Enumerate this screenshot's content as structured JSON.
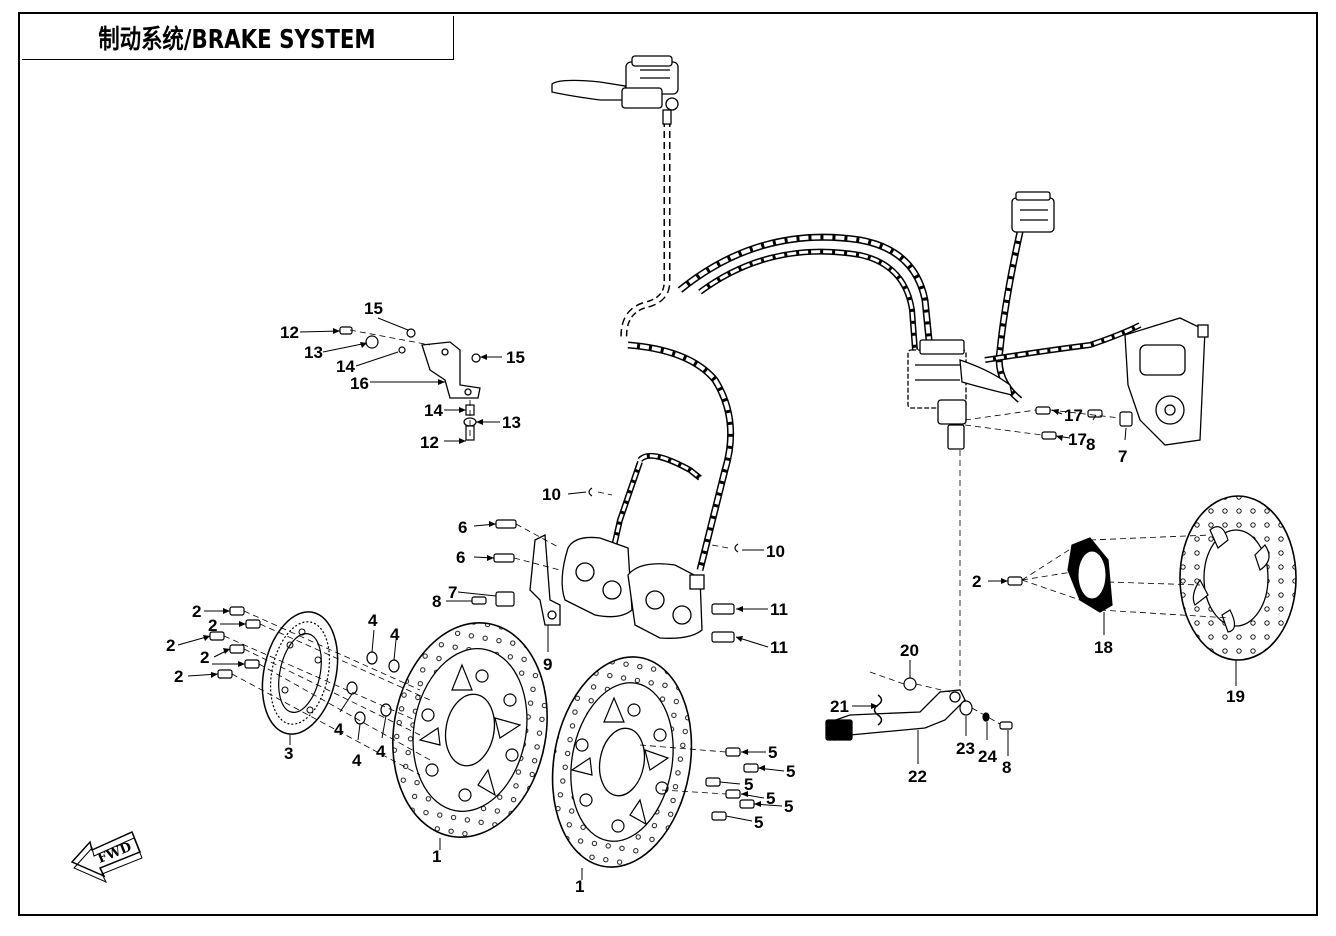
{
  "title": "制动系统/BRAKE SYSTEM",
  "fwd_label": "FWD",
  "callouts": [
    {
      "id": "c1a",
      "text": "1"
    },
    {
      "id": "c1b",
      "text": "1"
    },
    {
      "id": "c2a",
      "text": "2"
    },
    {
      "id": "c2b",
      "text": "2"
    },
    {
      "id": "c2c",
      "text": "2"
    },
    {
      "id": "c2d",
      "text": "2"
    },
    {
      "id": "c2e",
      "text": "2"
    },
    {
      "id": "c2f",
      "text": "2"
    },
    {
      "id": "c3",
      "text": "3"
    },
    {
      "id": "c4a",
      "text": "4"
    },
    {
      "id": "c4b",
      "text": "4"
    },
    {
      "id": "c4c",
      "text": "4"
    },
    {
      "id": "c4d",
      "text": "4"
    },
    {
      "id": "c4e",
      "text": "4"
    },
    {
      "id": "c5a",
      "text": "5"
    },
    {
      "id": "c5b",
      "text": "5"
    },
    {
      "id": "c5c",
      "text": "5"
    },
    {
      "id": "c5d",
      "text": "5"
    },
    {
      "id": "c5e",
      "text": "5"
    },
    {
      "id": "c5f",
      "text": "5"
    },
    {
      "id": "c6a",
      "text": "6"
    },
    {
      "id": "c6b",
      "text": "6"
    },
    {
      "id": "c7a",
      "text": "7"
    },
    {
      "id": "c7b",
      "text": "7"
    },
    {
      "id": "c8a",
      "text": "8"
    },
    {
      "id": "c8b",
      "text": "8"
    },
    {
      "id": "c8c",
      "text": "8"
    },
    {
      "id": "c9",
      "text": "9"
    },
    {
      "id": "c10a",
      "text": "10"
    },
    {
      "id": "c10b",
      "text": "10"
    },
    {
      "id": "c11a",
      "text": "11"
    },
    {
      "id": "c11b",
      "text": "11"
    },
    {
      "id": "c12a",
      "text": "12"
    },
    {
      "id": "c12b",
      "text": "12"
    },
    {
      "id": "c13a",
      "text": "13"
    },
    {
      "id": "c13b",
      "text": "13"
    },
    {
      "id": "c14a",
      "text": "14"
    },
    {
      "id": "c14b",
      "text": "14"
    },
    {
      "id": "c15a",
      "text": "15"
    },
    {
      "id": "c15b",
      "text": "15"
    },
    {
      "id": "c16",
      "text": "16"
    },
    {
      "id": "c17a",
      "text": "17"
    },
    {
      "id": "c17b",
      "text": "17"
    },
    {
      "id": "c18",
      "text": "18"
    },
    {
      "id": "c19",
      "text": "19"
    },
    {
      "id": "c20",
      "text": "20"
    },
    {
      "id": "c21",
      "text": "21"
    },
    {
      "id": "c22",
      "text": "22"
    },
    {
      "id": "c23",
      "text": "23"
    },
    {
      "id": "c24",
      "text": "24"
    }
  ]
}
